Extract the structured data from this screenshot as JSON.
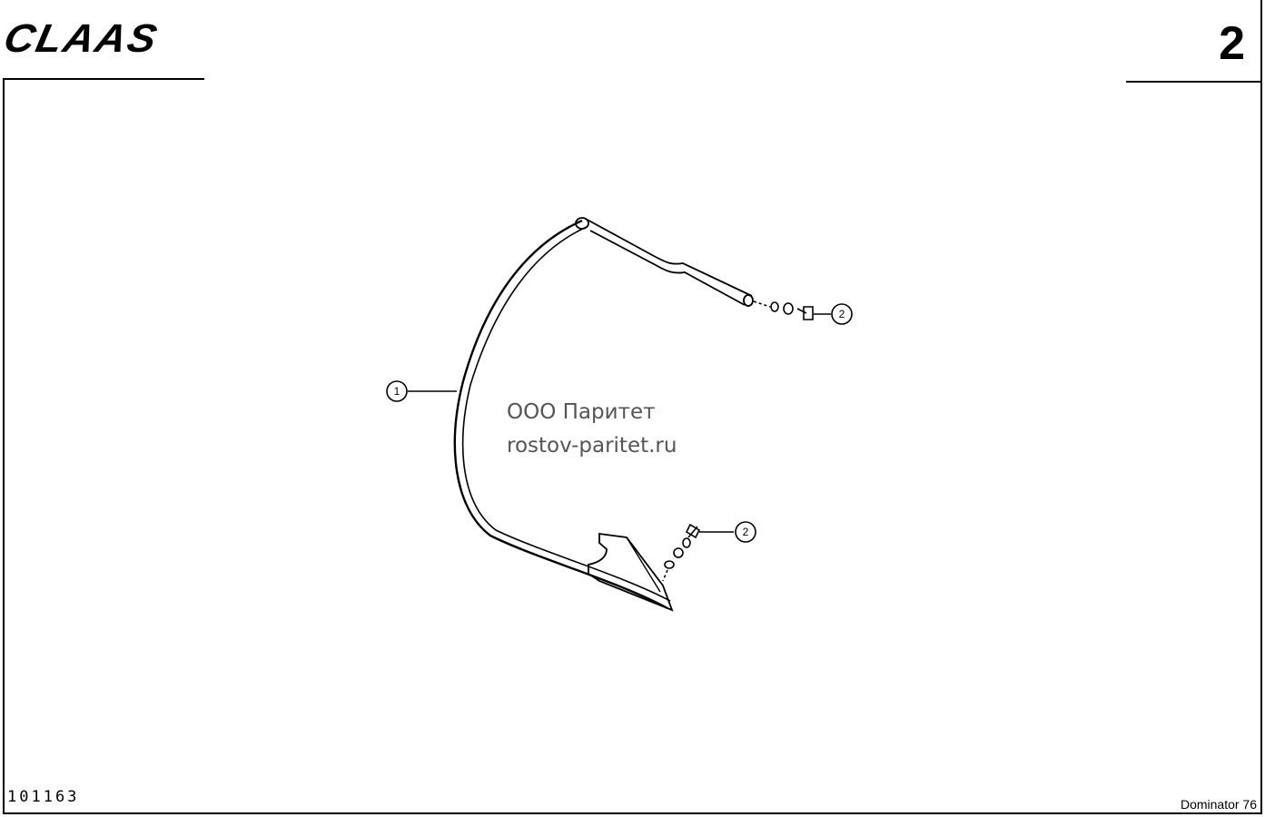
{
  "header": {
    "logo_text": "CLAAS",
    "page_number": "2"
  },
  "footer": {
    "drawing_number": "101163",
    "model": "Dominator 76"
  },
  "watermark": {
    "line1": "ООО Паритет",
    "line2": "rostov-paritet.ru"
  },
  "callouts": [
    {
      "label": "1"
    },
    {
      "label": "2"
    },
    {
      "label": "2"
    }
  ]
}
